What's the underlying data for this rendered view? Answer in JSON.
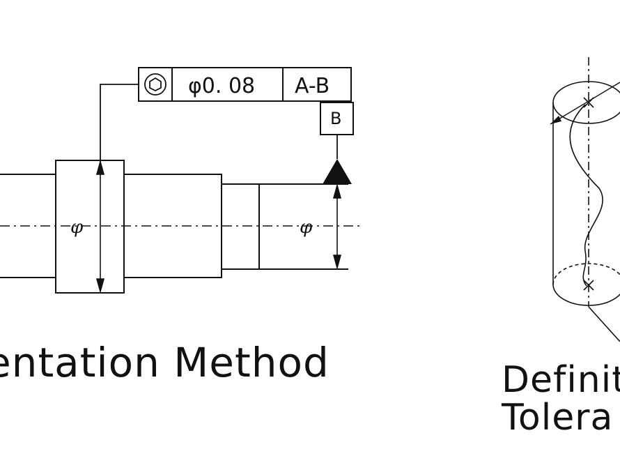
{
  "feature_control_frame": {
    "symbol": "concentricity-symbol",
    "tolerance": "φ0. 08",
    "datum_reference": "A-B"
  },
  "datum_label": "B",
  "diameter_symbol": "φ",
  "captions": {
    "left": "entation Method",
    "right_line1": "Definit",
    "right_line2": "Tolera"
  }
}
